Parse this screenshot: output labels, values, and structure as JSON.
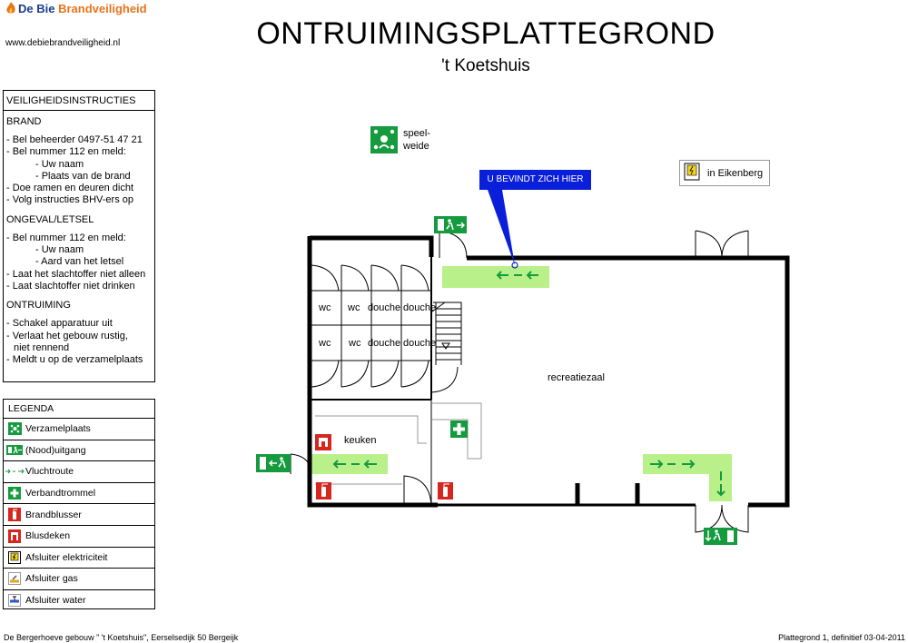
{
  "logo": {
    "brand_1": "De Bie",
    "brand_2": "Brandveiligheid",
    "url": "www.debiebrandveiligheid.nl"
  },
  "title": "ONTRUIMINGSPLATTEGROND",
  "subtitle": "'t Koetshuis",
  "instructions": {
    "header": "VEILIGHEIDSINSTRUCTIES",
    "sections": [
      {
        "title": "BRAND",
        "lines": [
          {
            "text": "- Bel beheerder 0497-51 47 21",
            "indent": 0
          },
          {
            "text": "- Bel nummer 112 en meld:",
            "indent": 0
          },
          {
            "text": "- Uw naam",
            "indent": 2
          },
          {
            "text": "- Plaats van de brand",
            "indent": 2
          },
          {
            "text": "- Doe ramen en deuren dicht",
            "indent": 0
          },
          {
            "text": "- Volg instructies BHV-ers op",
            "indent": 0
          }
        ]
      },
      {
        "title": "ONGEVAL/LETSEL",
        "lines": [
          {
            "text": "- Bel nummer 112 en meld:",
            "indent": 0
          },
          {
            "text": "- Uw naam",
            "indent": 2
          },
          {
            "text": "- Aard van het letsel",
            "indent": 2
          },
          {
            "text": "- Laat het slachtoffer niet alleen",
            "indent": 0
          },
          {
            "text": "- Laat slachtoffer niet drinken",
            "indent": 0
          }
        ]
      },
      {
        "title": "ONTRUIMING",
        "lines": [
          {
            "text": "- Schakel apparatuur uit",
            "indent": 0
          },
          {
            "text": "- Verlaat het gebouw rustig,",
            "indent": 0
          },
          {
            "text": "niet rennend",
            "indent": 1
          },
          {
            "text": "- Meldt u op de verzamelplaats",
            "indent": 0
          }
        ]
      }
    ]
  },
  "legend": {
    "header": "LEGENDA",
    "items": [
      {
        "label": "Verzamelplaats",
        "icon": "assembly-point-icon"
      },
      {
        "label": "(Nood)uitgang",
        "icon": "emergency-exit-icon"
      },
      {
        "label": "Vluchtroute",
        "icon": "escape-route-icon"
      },
      {
        "label": "Verbandtrommel",
        "icon": "first-aid-icon"
      },
      {
        "label": "Brandblusser",
        "icon": "fire-extinguisher-icon"
      },
      {
        "label": "Blusdeken",
        "icon": "fire-blanket-icon"
      },
      {
        "label": "Afsluiter elektriciteit",
        "icon": "electricity-shutoff-icon"
      },
      {
        "label": "Afsluiter gas",
        "icon": "gas-shutoff-icon"
      },
      {
        "label": "Afsluiter water",
        "icon": "water-shutoff-icon"
      }
    ]
  },
  "plan": {
    "assembly_label_1": "speel-",
    "assembly_label_2": "weide",
    "you_are_here": "U BEVINDT ZICH HIER",
    "eikenberg": "in Eikenberg",
    "rooms": {
      "wc_1": "wc",
      "wc_2": "wc",
      "douche_1": "douche",
      "douche_2": "douche",
      "wc_3": "wc",
      "wc_4": "wc",
      "douche_3": "douche",
      "douche_4": "douche",
      "keuken": "keuken",
      "recreatiezaal": "recreatiezaal"
    }
  },
  "colors": {
    "sign_green": "#159a3e",
    "route_green": "#b9f08a",
    "brand_blue": "#1a3d8f",
    "brand_orange": "#e8731a",
    "here_blue": "#0a1fd9",
    "extinguisher_red": "#d7261e"
  },
  "footer": {
    "left": "De Bergerhoeve gebouw \" 't Koetshuis\", Eerselsedijk 50 Bergeijk",
    "right": "Plattegrond 1, definitief 03-04-2011"
  }
}
